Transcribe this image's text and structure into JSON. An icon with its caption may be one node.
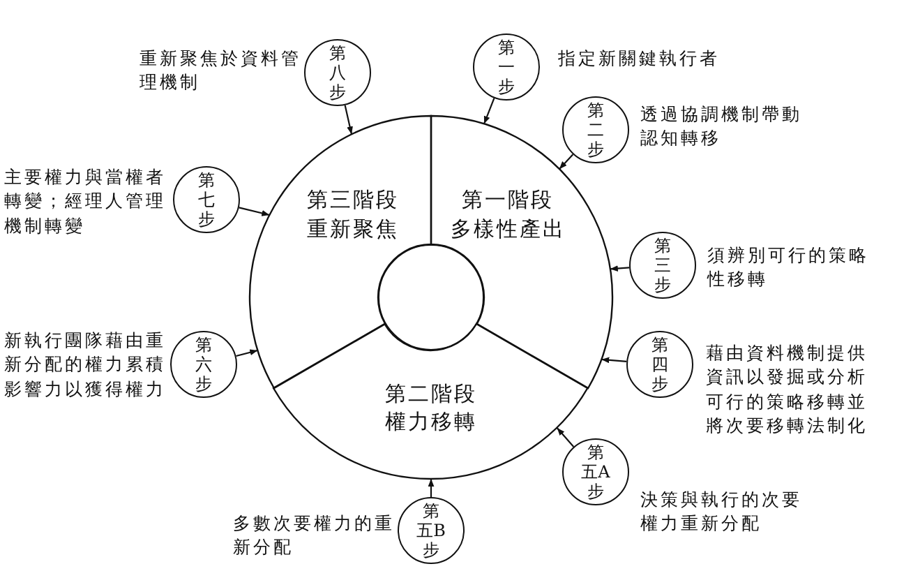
{
  "diagram": {
    "nodes": [
      {
        "text": [
          "第一階段",
          "多樣性產出"
        ]
      },
      {
        "text": [
          "第二階段",
          "權力移轉"
        ]
      },
      {
        "text": [
          "第三階段",
          "重新聚焦"
        ]
      },
      {
        "text": [],
        "shape": "circle"
      },
      {
        "text": [
          "第一步"
        ],
        "beside": [
          "指定新關鍵執行者"
        ]
      },
      {
        "text": [
          "第二步"
        ],
        "beside": [
          "透過協調機制帶動認知轉移"
        ]
      },
      {
        "text": [
          "第三步"
        ],
        "beside": [
          "須辨別可行的策略性移轉"
        ]
      },
      {
        "text": [
          "第四步"
        ],
        "beside": [
          "藉由資料機制提供資訊以發掘或分析可行的策略移轉並將次要移轉法制化"
        ]
      },
      {
        "text": [
          "第五A步"
        ],
        "beside": [
          "決策與執行的次要權力重新分配"
        ]
      },
      {
        "text": [
          "第五B步"
        ],
        "beside": [
          "多數次要權力的重新分配"
        ]
      },
      {
        "text": [
          "第六步"
        ],
        "beside": [
          "新執行團隊藉由重新分配的權力累積影響力以獲得權力"
        ]
      },
      {
        "text": [
          "第七步"
        ],
        "beside": [
          "主要權力與當權者轉變；經理人管理機制轉變"
        ]
      },
      {
        "text": [
          "第八步"
        ],
        "beside": [
          "重新聚焦於資料管理機制"
        ]
      }
    ],
    "edges": [
      {
        "from": 4,
        "to": 0,
        "arrow": "to"
      },
      {
        "from": 5,
        "to": 0,
        "arrow": "to"
      },
      {
        "from": 6,
        "to": 0,
        "arrow": "to"
      },
      {
        "from": 7,
        "to": 0,
        "arrow": "to"
      },
      {
        "from": 8,
        "to": 1,
        "arrow": "to"
      },
      {
        "from": 9,
        "to": 1,
        "arrow": "to"
      },
      {
        "from": 10,
        "to": 2,
        "arrow": "to"
      },
      {
        "from": 11,
        "to": 2,
        "arrow": "to"
      },
      {
        "from": 12,
        "to": 2,
        "arrow": "to"
      }
    ]
  }
}
